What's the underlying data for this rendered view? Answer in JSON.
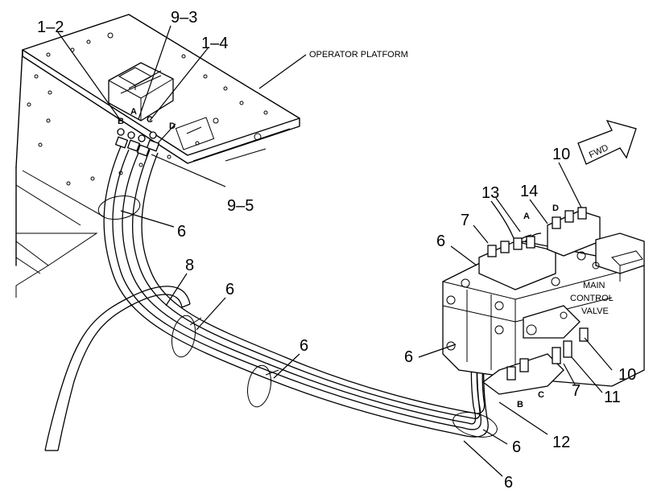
{
  "labels": {
    "operator_platform": "OPERATOR PLATFORM",
    "main_control_valve_1": "MAIN",
    "main_control_valve_2": "CONTROL",
    "main_control_valve_3": "VALVE",
    "fwd": "FWD"
  },
  "callouts": {
    "c_1_2": "1–2",
    "c_9_3": "9–3",
    "c_1_4": "1–4",
    "c_9_5": "9–5",
    "c_6_platform": "6",
    "c_8": "8",
    "c_6_clamp_a": "6",
    "c_6_clamp_b": "6",
    "c_6_valve_left": "6",
    "c_6_valve_top": "6",
    "c_7_top": "7",
    "c_13": "13",
    "c_14": "14",
    "c_10_top": "10",
    "c_10_bottom": "10",
    "c_7_bottom": "7",
    "c_11": "11",
    "c_12": "12",
    "c_6_bottom_a": "6",
    "c_6_bottom_b": "6"
  },
  "ports": {
    "pilot_a": "A",
    "pilot_b": "B",
    "pilot_c": "C",
    "pilot_d": "D",
    "valve_a": "A",
    "valve_d": "D",
    "valve_b": "B",
    "valve_c": "C"
  }
}
